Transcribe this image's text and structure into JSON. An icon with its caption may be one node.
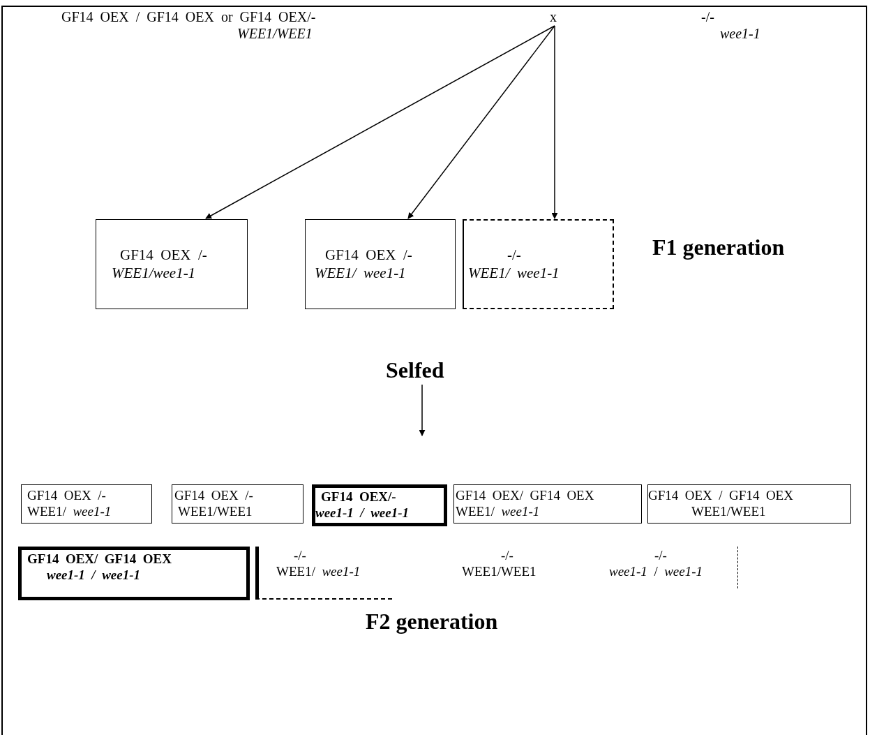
{
  "diagram": {
    "nodes": [
      {
        "text": [
          "GF14 OEX / GF14 OEX or GF14 OEX/-",
          "*WEE1/WEE1*"
        ]
      },
      {
        "text": [
          "x"
        ]
      },
      {
        "text": [
          "-/-",
          "*wee1-1*"
        ]
      },
      {
        "text": [
          "GF14 OEX /-",
          "*WEE1/wee1-1*"
        ]
      },
      {
        "text": [
          "GF14 OEX /-",
          "*WEE1/ wee1-1*"
        ]
      },
      {
        "text": [
          "-/-",
          "*WEE1/ wee1-1*"
        ]
      },
      {
        "text": [
          "Selfed"
        ]
      },
      {
        "text": [
          "GF14 OEX /-",
          "WEE1/ *wee1-1*"
        ]
      },
      {
        "text": [
          "GF14 OEX /-",
          "WEE1/WEE1"
        ]
      },
      {
        "text": [
          "GF14 OEX/-",
          "*wee1-1 / wee1-1*"
        ]
      },
      {
        "text": [
          "GF14 OEX/ GF14 OEX",
          "WEE1/ *wee1-1*"
        ]
      },
      {
        "text": [
          "GF14 OEX / GF14 OEX",
          "WEE1/WEE1"
        ]
      },
      {
        "text": [
          "GF14 OEX/ GF14 OEX",
          "*wee1-1 / wee1-1*"
        ]
      },
      {
        "text": [
          "-/-",
          "WEE1/ *wee1-1*"
        ]
      },
      {
        "text": [
          "-/-",
          "WEE1/WEE1"
        ]
      },
      {
        "text": [
          "-/-",
          "*wee1-1* / *wee1-1*"
        ]
      }
    ],
    "edges": [
      {
        "from": 1,
        "to": 3,
        "arrow": "to"
      },
      {
        "from": 1,
        "to": 4,
        "arrow": "to"
      },
      {
        "from": 1,
        "to": 5,
        "arrow": "to"
      },
      {
        "from": 6,
        "to": null,
        "arrow": "to"
      }
    ],
    "labels": [
      "F1 generation",
      "F2 generation"
    ]
  }
}
